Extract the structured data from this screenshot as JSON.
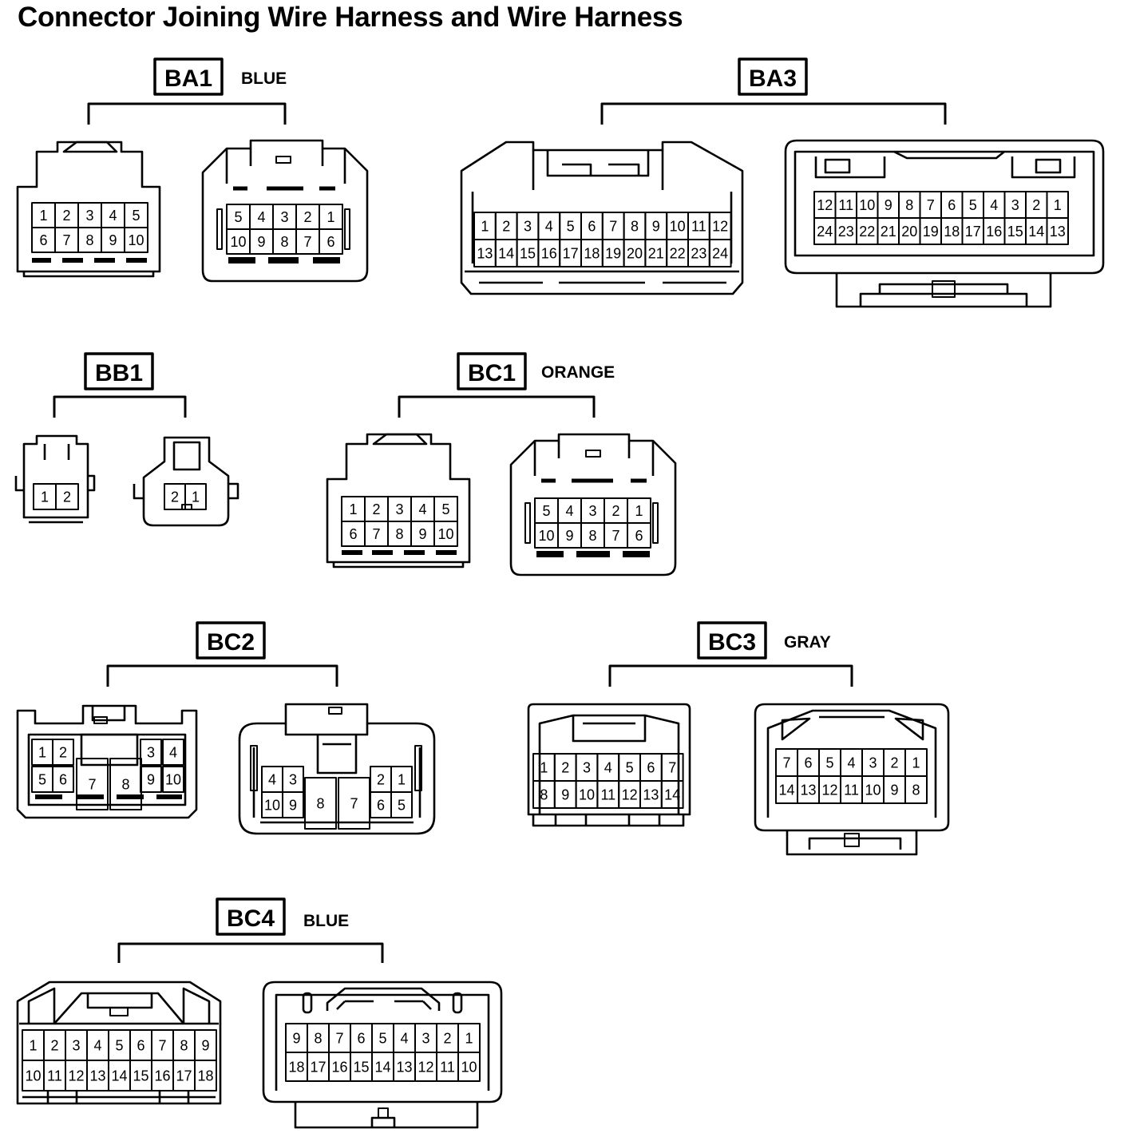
{
  "title": "Connector Joining Wire Harness and Wire Harness",
  "groups": [
    {
      "name": "BA1",
      "color": "BLUE",
      "connectors": [
        {
          "side": "left",
          "rows": [
            [
              "1",
              "2",
              "3",
              "4",
              "5"
            ],
            [
              "6",
              "7",
              "8",
              "9",
              "10"
            ]
          ]
        },
        {
          "side": "right",
          "rows": [
            [
              "5",
              "4",
              "3",
              "2",
              "1"
            ],
            [
              "10",
              "9",
              "8",
              "7",
              "6"
            ]
          ]
        }
      ]
    },
    {
      "name": "BA3",
      "color": "",
      "connectors": [
        {
          "side": "left",
          "rows": [
            [
              "1",
              "2",
              "3",
              "4",
              "5",
              "6",
              "7",
              "8",
              "9",
              "10",
              "11",
              "12"
            ],
            [
              "13",
              "14",
              "15",
              "16",
              "17",
              "18",
              "19",
              "20",
              "21",
              "22",
              "23",
              "24"
            ]
          ]
        },
        {
          "side": "right",
          "rows": [
            [
              "12",
              "11",
              "10",
              "9",
              "8",
              "7",
              "6",
              "5",
              "4",
              "3",
              "2",
              "1"
            ],
            [
              "24",
              "23",
              "22",
              "21",
              "20",
              "19",
              "18",
              "17",
              "16",
              "15",
              "14",
              "13"
            ]
          ]
        }
      ]
    },
    {
      "name": "BB1",
      "color": "",
      "connectors": [
        {
          "side": "left",
          "rows": [
            [
              "1",
              "2"
            ]
          ]
        },
        {
          "side": "right",
          "rows": [
            [
              "2",
              "1"
            ]
          ]
        }
      ]
    },
    {
      "name": "BC1",
      "color": "ORANGE",
      "connectors": [
        {
          "side": "left",
          "rows": [
            [
              "1",
              "2",
              "3",
              "4",
              "5"
            ],
            [
              "6",
              "7",
              "8",
              "9",
              "10"
            ]
          ]
        },
        {
          "side": "right",
          "rows": [
            [
              "5",
              "4",
              "3",
              "2",
              "1"
            ],
            [
              "10",
              "9",
              "8",
              "7",
              "6"
            ]
          ]
        }
      ]
    },
    {
      "name": "BC2",
      "color": "",
      "connectors": [
        {
          "side": "left",
          "rows": [
            [
              "1",
              "2",
              "3",
              "4"
            ],
            [
              "5",
              "6",
              "7",
              "8",
              "9",
              "10"
            ]
          ]
        },
        {
          "side": "right",
          "rows": [
            [
              "4",
              "3",
              "2",
              "1"
            ],
            [
              "10",
              "9",
              "8",
              "7",
              "6",
              "5"
            ]
          ]
        }
      ]
    },
    {
      "name": "BC3",
      "color": "GRAY",
      "connectors": [
        {
          "side": "left",
          "rows": [
            [
              "1",
              "2",
              "3",
              "4",
              "5",
              "6",
              "7"
            ],
            [
              "8",
              "9",
              "10",
              "11",
              "12",
              "13",
              "14"
            ]
          ]
        },
        {
          "side": "right",
          "rows": [
            [
              "7",
              "6",
              "5",
              "4",
              "3",
              "2",
              "1"
            ],
            [
              "14",
              "13",
              "12",
              "11",
              "10",
              "9",
              "8"
            ]
          ]
        }
      ]
    },
    {
      "name": "BC4",
      "color": "BLUE",
      "connectors": [
        {
          "side": "left",
          "rows": [
            [
              "1",
              "2",
              "3",
              "4",
              "5",
              "6",
              "7",
              "8",
              "9"
            ],
            [
              "10",
              "11",
              "12",
              "13",
              "14",
              "15",
              "16",
              "17",
              "18"
            ]
          ]
        },
        {
          "side": "right",
          "rows": [
            [
              "9",
              "8",
              "7",
              "6",
              "5",
              "4",
              "3",
              "2",
              "1"
            ],
            [
              "18",
              "17",
              "16",
              "15",
              "14",
              "13",
              "12",
              "11",
              "10"
            ]
          ]
        }
      ]
    }
  ]
}
